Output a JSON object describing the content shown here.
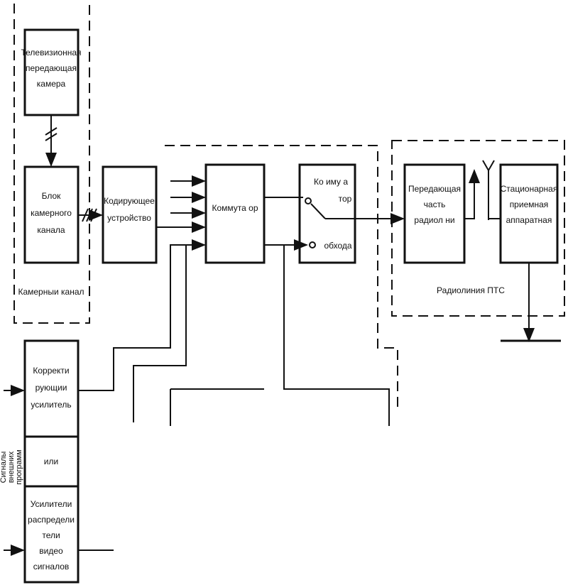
{
  "blocks": {
    "tv_camera": [
      "Телевизионная",
      "передающая",
      "камера"
    ],
    "camera_unit": [
      "Блок",
      "камерного",
      "канала"
    ],
    "camera_channel": "Камерныи канал",
    "encoder": [
      "Кодирующее",
      "устройство"
    ],
    "switcher": "Коммута ор",
    "bypass_switch_top": "Ко иму а",
    "bypass_switch_mid": "тор",
    "bypass_switch_bottom": "обхода",
    "transmitter": [
      "Передающая",
      "часть",
      "радиол ни"
    ],
    "receiver": [
      "Стационарная",
      "приемная",
      "аппаратная"
    ],
    "radio_link": "Радиолиния ПТС",
    "corrector": [
      "Корректи",
      "рующии",
      "усилитель"
    ],
    "or_label": "или",
    "distribution": [
      "Усилители",
      "распредели",
      "тели",
      "видео",
      "сигналов"
    ],
    "external_signals": [
      "Сигналы",
      "внешних",
      "программ"
    ]
  },
  "colors": {
    "line": "#111111",
    "background": "#ffffff"
  }
}
